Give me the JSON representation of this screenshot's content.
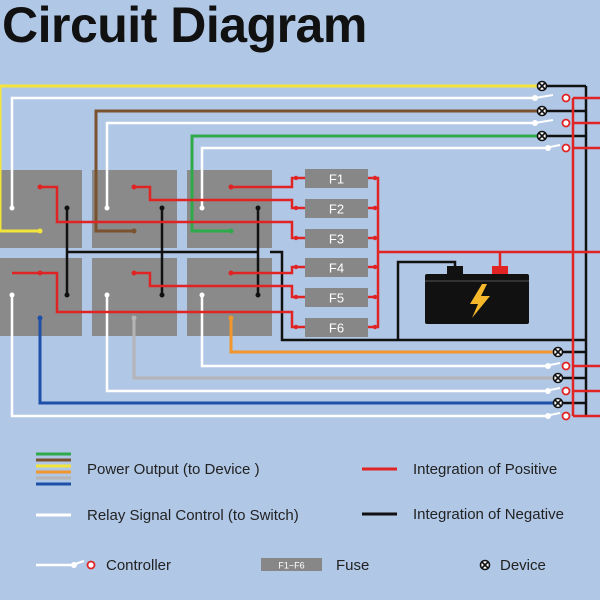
{
  "title": "Circuit Diagram",
  "colors": {
    "background": "#b0c7e6",
    "relay_block": "#8a8a8a",
    "fuse_block": "#878787",
    "positive": "#e02424",
    "negative": "#111111",
    "signal": "#ffffff",
    "yellow": "#f2e43a",
    "brown": "#7a5230",
    "green": "#2faa4a",
    "orange": "#f0962c",
    "gray": "#b5b5b5",
    "blue": "#1d4fa8",
    "battery": "#111111",
    "bolt": "#f5b82a"
  },
  "fuses": [
    "F1",
    "F2",
    "F3",
    "F4",
    "F5",
    "F6"
  ],
  "legend": {
    "power_output": "Power Output (to Device )",
    "relay_signal": "Relay Signal Control (to Switch)",
    "positive": "Integration of Positive",
    "negative": "Integration of Negative",
    "controller": "Controller",
    "fuse_chip": "F1~F6",
    "fuse": "Fuse",
    "device": "Device"
  },
  "icons": {
    "battery": "battery-icon",
    "device": "device-x-icon",
    "controller": "switch-icon"
  }
}
